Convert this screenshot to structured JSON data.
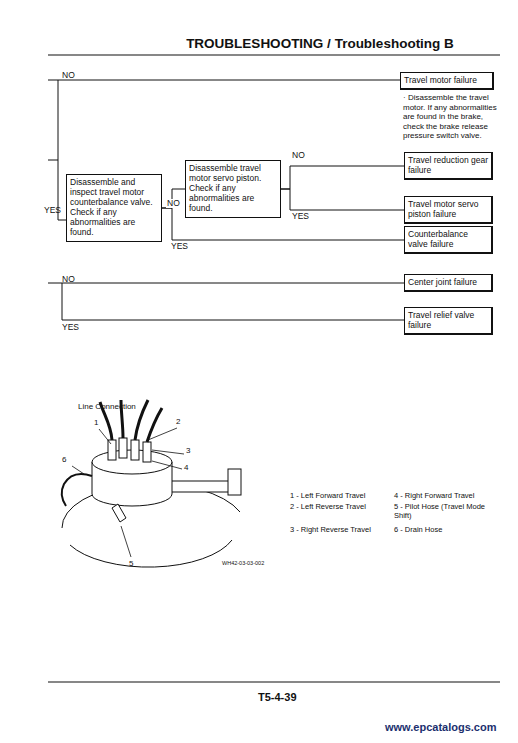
{
  "diagram": {
    "title": "TROUBLESHOOTING / Troubleshooting B",
    "nodes": [
      {
        "text": [
          "Travel motor failure"
        ]
      },
      {
        "text": [
          "Travel reduction gear failure"
        ]
      },
      {
        "text": [
          "Disassemble travel motor servo piston. Check if any abnormalities are found."
        ]
      },
      {
        "text": [
          "Disassemble and inspect travel motor counterbalance valve. Check if any abnormalities are found."
        ]
      },
      {
        "text": [
          "Travel motor servo piston failure"
        ]
      },
      {
        "text": [
          "Counterbalance valve failure"
        ]
      },
      {
        "text": [
          "Center joint failure"
        ]
      },
      {
        "text": [
          "Travel relief valve failure"
        ]
      }
    ],
    "edges": [
      {
        "from": 3,
        "to": 2,
        "label": "NO",
        "arrow": "none"
      },
      {
        "from": 3,
        "to": 5,
        "label": "YES",
        "arrow": "none"
      },
      {
        "from": 2,
        "to": 1,
        "label": "NO",
        "arrow": "none"
      },
      {
        "from": 2,
        "to": 4,
        "label": "YES",
        "arrow": "none"
      }
    ],
    "labels": [
      "NO",
      "YES",
      "NO",
      "YES",
      "· Disassemble the travel motor. If any abnormalities are found in the brake, check the brake release pressure switch valve.",
      "Line Connection",
      "1",
      "2",
      "3",
      "4",
      "5",
      "6",
      "1 - Left Forward Travel",
      "2 - Left Reverse Travel",
      "3 - Right Reverse Travel",
      "4 - Right Forward Travel",
      "5 - Pilot Hose (Travel Mode Shift)",
      "6 - Drain Hose",
      "WH42-03-03-002",
      "T5-4-39",
      "www.epcatalogs.com"
    ]
  }
}
